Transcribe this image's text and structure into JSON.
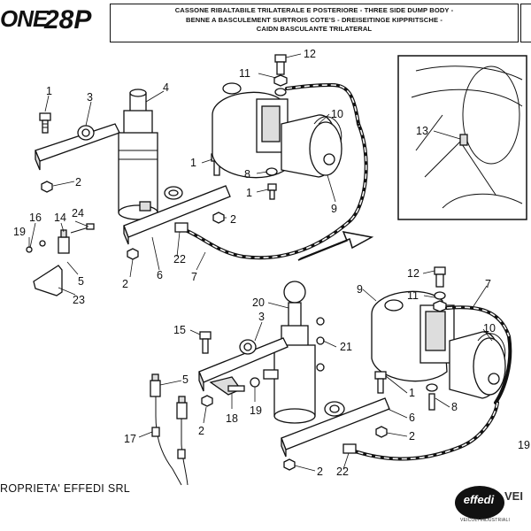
{
  "header": {
    "logo_text": "ONE",
    "model": "28P",
    "title_lines": [
      "CASSONE RIBALTABILE TRILATERALE E POSTERIORE - THREE SIDE DUMP BODY -",
      "BENNE A BASCULEMENT SURTROIS COTE'S - DREISEITINGE KIPPRITSCHE -",
      "CAIDN BASCULANTE TRILATERAL"
    ]
  },
  "footer": {
    "ownership": "ROPRIETA' EFFEDI SRL",
    "brand": "effedi",
    "brand_side": "VEI",
    "brand_sub": "VEICOLI INDUSTRIALI"
  },
  "callouts": {
    "c1": "1",
    "c2": "3",
    "c3": "4",
    "c4": "2",
    "c5": "16",
    "c6": "14",
    "c7": "24",
    "c8": "19",
    "c9": "5",
    "c10": "23",
    "c11": "1",
    "c12": "2",
    "c13": "6",
    "c14": "22",
    "c15": "7",
    "c16": "2",
    "c17": "11",
    "c18": "12",
    "c19": "10",
    "c20": "8",
    "c21": "1",
    "c22": "9",
    "c23": "13",
    "c24": "20",
    "c25": "3",
    "c26": "15",
    "c27": "21",
    "c28": "5",
    "c29": "18",
    "c30": "19",
    "c31": "2",
    "c32": "17",
    "c33": "12",
    "c34": "11",
    "c35": "9",
    "c36": "7",
    "c37": "10",
    "c38": "1",
    "c39": "8",
    "c40": "6",
    "c41": "2",
    "c42": "2",
    "c43": "22",
    "c44": "19"
  }
}
